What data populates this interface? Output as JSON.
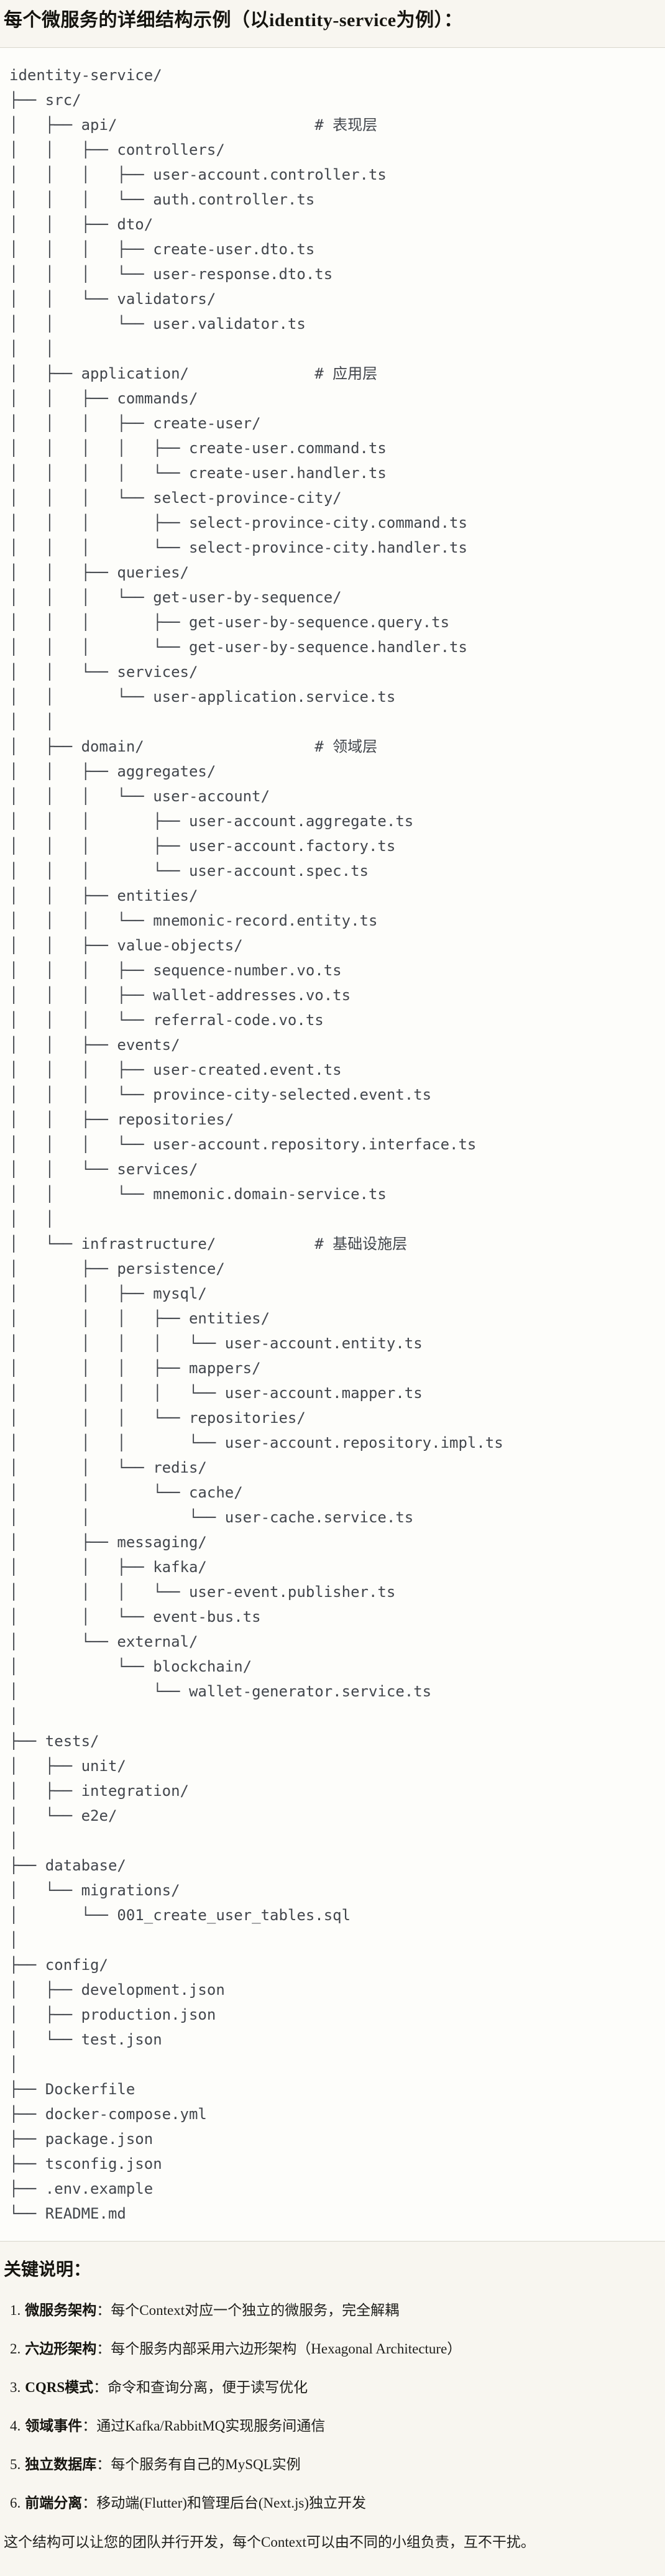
{
  "document": {
    "title": "每个微服务的详细结构示例（以identity-service为例）：",
    "code_block": {
      "tree": "identity-service/\n├── src/\n│   ├── api/                      # 表现层\n│   │   ├── controllers/\n│   │   │   ├── user-account.controller.ts\n│   │   │   └── auth.controller.ts\n│   │   ├── dto/\n│   │   │   ├── create-user.dto.ts\n│   │   │   └── user-response.dto.ts\n│   │   └── validators/\n│   │       └── user.validator.ts\n│   │\n│   ├── application/              # 应用层\n│   │   ├── commands/\n│   │   │   ├── create-user/\n│   │   │   │   ├── create-user.command.ts\n│   │   │   │   └── create-user.handler.ts\n│   │   │   └── select-province-city/\n│   │   │       ├── select-province-city.command.ts\n│   │   │       └── select-province-city.handler.ts\n│   │   ├── queries/\n│   │   │   └── get-user-by-sequence/\n│   │   │       ├── get-user-by-sequence.query.ts\n│   │   │       └── get-user-by-sequence.handler.ts\n│   │   └── services/\n│   │       └── user-application.service.ts\n│   │\n│   ├── domain/                   # 领域层\n│   │   ├── aggregates/\n│   │   │   └── user-account/\n│   │   │       ├── user-account.aggregate.ts\n│   │   │       ├── user-account.factory.ts\n│   │   │       └── user-account.spec.ts\n│   │   ├── entities/\n│   │   │   └── mnemonic-record.entity.ts\n│   │   ├── value-objects/\n│   │   │   ├── sequence-number.vo.ts\n│   │   │   ├── wallet-addresses.vo.ts\n│   │   │   └── referral-code.vo.ts\n│   │   ├── events/\n│   │   │   ├── user-created.event.ts\n│   │   │   └── province-city-selected.event.ts\n│   │   ├── repositories/\n│   │   │   └── user-account.repository.interface.ts\n│   │   └── services/\n│   │       └── mnemonic.domain-service.ts\n│   │\n│   └── infrastructure/           # 基础设施层\n│       ├── persistence/\n│       │   ├── mysql/\n│       │   │   ├── entities/\n│       │   │   │   └── user-account.entity.ts\n│       │   │   ├── mappers/\n│       │   │   │   └── user-account.mapper.ts\n│       │   │   └── repositories/\n│       │   │       └── user-account.repository.impl.ts\n│       │   └── redis/\n│       │       └── cache/\n│       │           └── user-cache.service.ts\n│       ├── messaging/\n│       │   ├── kafka/\n│       │   │   └── user-event.publisher.ts\n│       │   └── event-bus.ts\n│       └── external/\n│           └── blockchain/\n│               └── wallet-generator.service.ts\n│\n├── tests/\n│   ├── unit/\n│   ├── integration/\n│   └── e2e/\n│\n├── database/\n│   └── migrations/\n│       └── 001_create_user_tables.sql\n│\n├── config/\n│   ├── development.json\n│   ├── production.json\n│   └── test.json\n│\n├── Dockerfile\n├── docker-compose.yml\n├── package.json\n├── tsconfig.json\n├── .env.example\n└── README.md"
    },
    "notes": {
      "heading": "关键说明：",
      "items": [
        {
          "num": "1.",
          "term": "微服务架构",
          "sep": "：",
          "desc": "每个Context对应一个独立的微服务，完全解耦"
        },
        {
          "num": "2.",
          "term": "六边形架构",
          "sep": "：",
          "desc": "每个服务内部采用六边形架构（Hexagonal Architecture）"
        },
        {
          "num": "3.",
          "term": "CQRS模式",
          "sep": "：",
          "desc": "命令和查询分离，便于读写优化"
        },
        {
          "num": "4.",
          "term": "领域事件",
          "sep": "：",
          "desc": "通过Kafka/RabbitMQ实现服务间通信"
        },
        {
          "num": "5.",
          "term": "独立数据库",
          "sep": "：",
          "desc": "每个服务有自己的MySQL实例"
        },
        {
          "num": "6.",
          "term": "前端分离",
          "sep": "：",
          "desc": "移动端(Flutter)和管理后台(Next.js)独立开发"
        }
      ],
      "footer": "这个结构可以让您的团队并行开发，每个Context可以由不同的小组负责，互不干扰。"
    },
    "colors": {
      "page_bg": "#f8f6f0",
      "code_bg": "#fdfdfa",
      "border": "#d9d6cd",
      "tree_text": "#42464c",
      "body_text": "#20201d"
    }
  }
}
